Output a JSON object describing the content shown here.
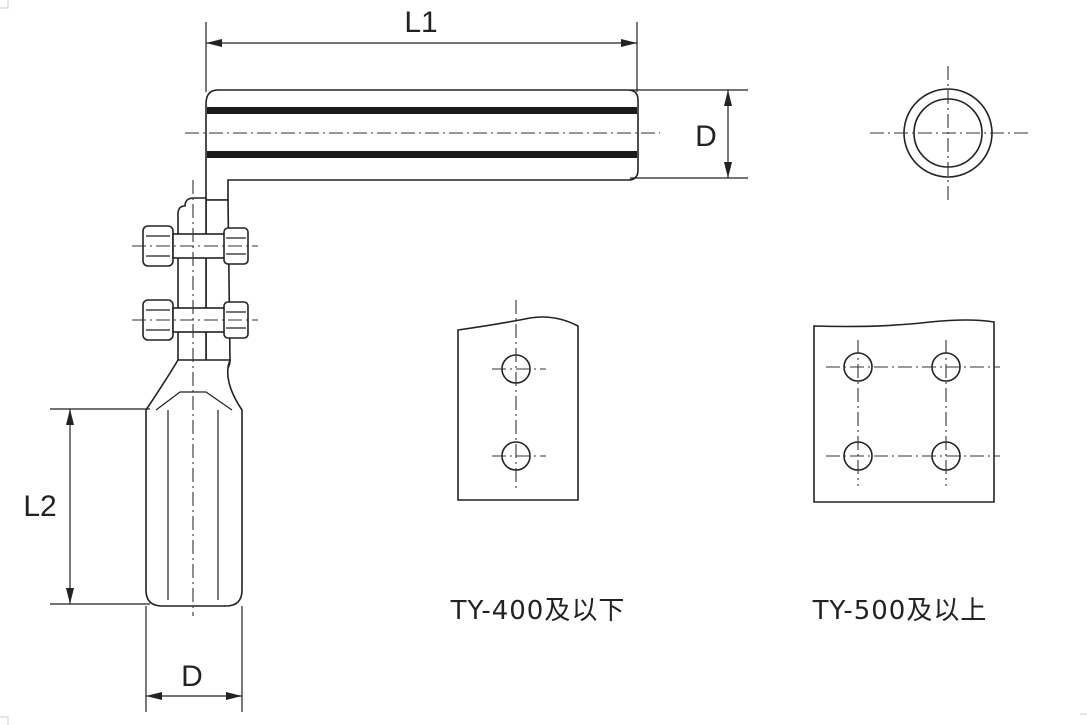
{
  "dimensions": {
    "l1": "L1",
    "l2": "L2",
    "d_top": "D",
    "d_bottom": "D"
  },
  "captions": {
    "ty400": "TY-400及以下",
    "ty500": "TY-500及以上"
  }
}
